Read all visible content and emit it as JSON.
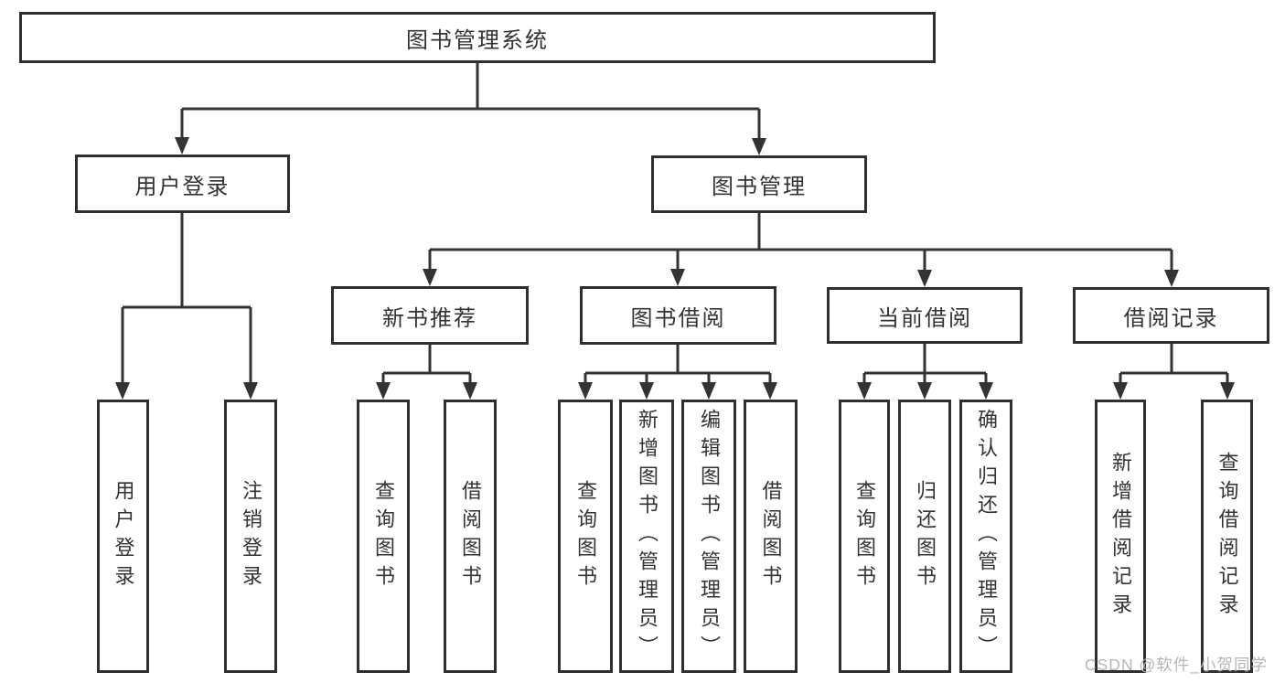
{
  "diagram": {
    "title": {
      "label": "图书管理系统"
    },
    "level2": [
      {
        "label": "用户登录"
      },
      {
        "label": "图书管理"
      }
    ],
    "level3": [
      {
        "label": "新书推荐"
      },
      {
        "label": "图书借阅"
      },
      {
        "label": "当前借阅"
      },
      {
        "label": "借阅记录"
      }
    ],
    "leaves": [
      {
        "label": "用户登录",
        "parent": "用户登录"
      },
      {
        "label": "注销登录",
        "parent": "用户登录"
      },
      {
        "label": "查询图书",
        "parent": "新书推荐"
      },
      {
        "label": "借阅图书",
        "parent": "新书推荐"
      },
      {
        "label": "查询图书",
        "parent": "图书借阅"
      },
      {
        "label": "新增图书（管理员）",
        "parent": "图书借阅"
      },
      {
        "label": "编辑图书（管理员）",
        "parent": "图书借阅"
      },
      {
        "label": "借阅图书",
        "parent": "图书借阅"
      },
      {
        "label": "查询图书",
        "parent": "当前借阅"
      },
      {
        "label": "归还图书",
        "parent": "当前借阅"
      },
      {
        "label": "确认归还（管理员）",
        "parent": "当前借阅"
      },
      {
        "label": "新增借阅记录",
        "parent": "借阅记录"
      },
      {
        "label": "查询借阅记录",
        "parent": "借阅记录"
      }
    ],
    "watermark": "CSDN @软件_小贺同学",
    "colors": {
      "line": "#333333",
      "box_border": "#2f2f2f",
      "text": "#333333",
      "watermark": "#b6b6b6",
      "background": "#ffffff"
    }
  }
}
